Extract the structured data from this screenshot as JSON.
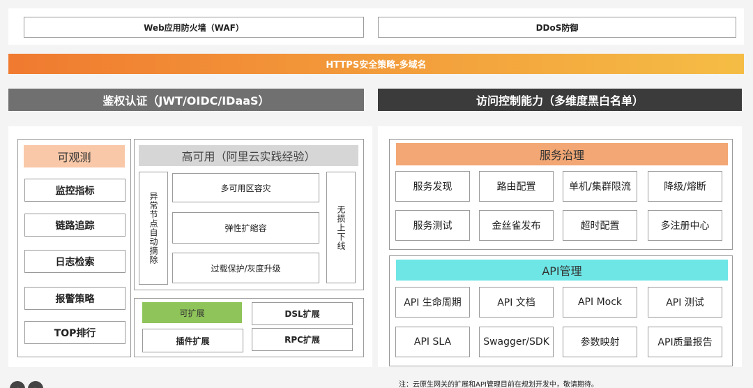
{
  "top_boxes": {
    "waf": "Web应用防火墙（WAF）",
    "ddos": "DDoS防御"
  },
  "https_banner": "HTTPS安全策略-多域名",
  "auth_banner": "鉴权认证（JWT/OIDC/IDaaS）",
  "access_banner": "访问控制能力（多维度黑白名单）",
  "observability": {
    "title": "可观测",
    "items": [
      "监控指标",
      "链路追踪",
      "日志检索",
      "报警策略",
      "TOP排行"
    ]
  },
  "high_availability": {
    "title": "高可用（阿里云实践经验）",
    "left_vertical": "异常节点自动摘除",
    "right_vertical": "无损上下线",
    "items": [
      "多可用区容灾",
      "弹性扩缩容",
      "过载保护/灰度升级"
    ]
  },
  "extensibility": {
    "title": "可扩展",
    "plugin": "插件扩展",
    "dsl": "DSL扩展",
    "rpc": "RPC扩展"
  },
  "service_governance": {
    "title": "服务治理",
    "items": [
      "服务发现",
      "路由配置",
      "单机/集群限流",
      "降级/熔断",
      "服务测试",
      "金丝雀发布",
      "超时配置",
      "多注册中心"
    ]
  },
  "api_management": {
    "title": "API管理",
    "items": [
      "API 生命周期",
      "API 文档",
      "API Mock",
      "API 测试",
      "API SLA",
      "Swagger/SDK",
      "参数映射",
      "API质量报告"
    ]
  },
  "note": "注：云原生网关的扩展和API管理目前在规划开发中，敬请期待。",
  "colors": {
    "https_gradient_start": "#f07a30",
    "https_gradient_end": "#f5bd45",
    "auth_bg": "#707070",
    "access_bg": "#3b3b3b",
    "observability_title_bg": "#f8c8a8",
    "ha_title_bg": "#d6d6d6",
    "extensibility_title_bg": "#8fc45a",
    "governance_title_bg": "#f2a774",
    "api_title_bg": "#6ee6e6"
  }
}
